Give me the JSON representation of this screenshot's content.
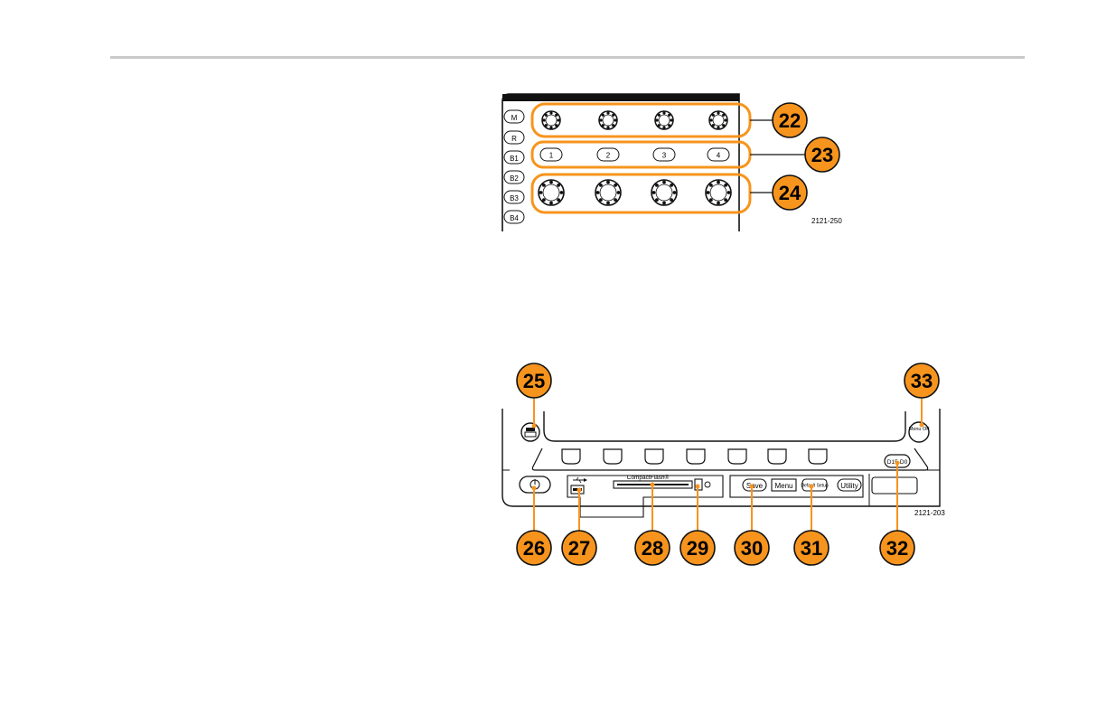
{
  "figure1": {
    "side_buttons": [
      "M",
      "R",
      "B1",
      "B2",
      "B3",
      "B4"
    ],
    "channel_buttons": [
      "1",
      "2",
      "3",
      "4"
    ],
    "callouts": [
      "22",
      "23",
      "24"
    ],
    "figure_id": "2121-250"
  },
  "figure2": {
    "labels": {
      "compactflash": "CompactFlash®",
      "save": "Save",
      "menu": "Menu",
      "default_setup": "Default Setup",
      "utility": "Utility",
      "menu_off": "Menu Off",
      "d15_d0": "D15-D0"
    },
    "callouts_top": [
      "25",
      "33"
    ],
    "callouts_bottom": [
      "26",
      "27",
      "28",
      "29",
      "30",
      "31",
      "32"
    ],
    "figure_id": "2121-203"
  },
  "colors": {
    "callout": "#f7941d",
    "outline": "#111111"
  }
}
